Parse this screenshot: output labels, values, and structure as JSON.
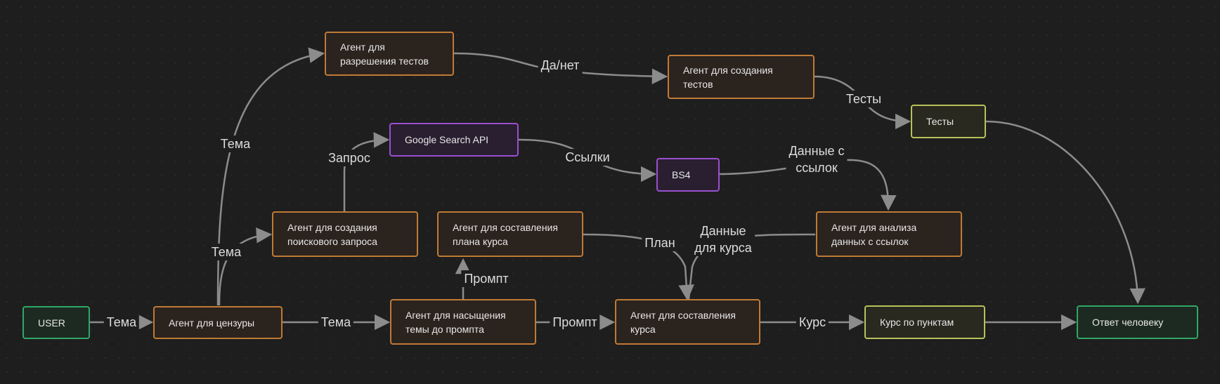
{
  "nodes": {
    "user": "USER",
    "censor": "Агент для цензуры",
    "tests_permission": "Агент для\nразрешения тестов",
    "tests_create": "Агент для создания\nтестов",
    "tests": "Тесты",
    "google": "Google Search API",
    "bs4": "BS4",
    "search_query": "Агент для создания\nпоискового запроса",
    "plan": "Агент для составления\nплана курса",
    "analysis": "Агент для анализа\nданных с ссылок",
    "saturation": "Агент для насыщения\nтемы до промпта",
    "course_compose": "Агент для составления\nкурса",
    "course_points": "Курс по пунктам",
    "answer": "Ответ человеку"
  },
  "edges": {
    "user_censor": "Тема",
    "censor_tests": "Тема",
    "censor_search": "Тема",
    "censor_saturation": "Тема",
    "yes_no": "Да/нет",
    "tests": "Тесты",
    "query": "Запрос",
    "links": "Ссылки",
    "links_data": "Данные с\nссылок",
    "prompt_plan": "Промпт",
    "prompt_course": "Промпт",
    "plan": "План",
    "course_data": "Данные\nдля курса",
    "course": "Курс"
  },
  "colors": {
    "background": "#1e1e1e",
    "agent_border": "#c07a35",
    "io_border": "#2ea866",
    "api_border": "#9a4fd0",
    "output_border": "#b8c25a",
    "edge": "#8c8c8c"
  }
}
